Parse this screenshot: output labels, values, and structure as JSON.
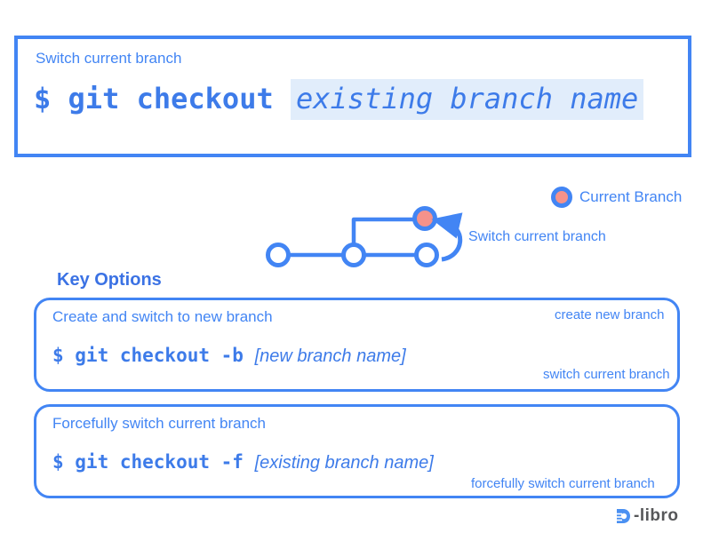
{
  "colors": {
    "blue": "#4285F4",
    "command_blue": "#3D7BE9",
    "highlight_bg": "#E1EDFB",
    "pink": "#F5928B",
    "yellow": "#F5BB40",
    "red": "#E0524C",
    "logo_gray": "#565759"
  },
  "top_box": {
    "title": "Switch current branch",
    "command": "$ git checkout",
    "argument": "existing branch name"
  },
  "legend": {
    "icon": "current-branch-dot",
    "label": "Current Branch"
  },
  "main_diagram": {
    "arrow_label": "Switch current branch"
  },
  "key_options": {
    "heading": "Key Options"
  },
  "options": [
    {
      "title": "Create and switch to new branch",
      "command": "$ git checkout -b",
      "argument": "[new branch name]",
      "labels": {
        "create": "create new branch",
        "switch": "switch current branch"
      }
    },
    {
      "title": "Forcefully switch current branch",
      "command": "$ git checkout -f",
      "argument": "[existing branch name]",
      "labels": {
        "force_switch": "forcefully switch current branch"
      }
    }
  ],
  "logo": {
    "text": "-libro"
  }
}
